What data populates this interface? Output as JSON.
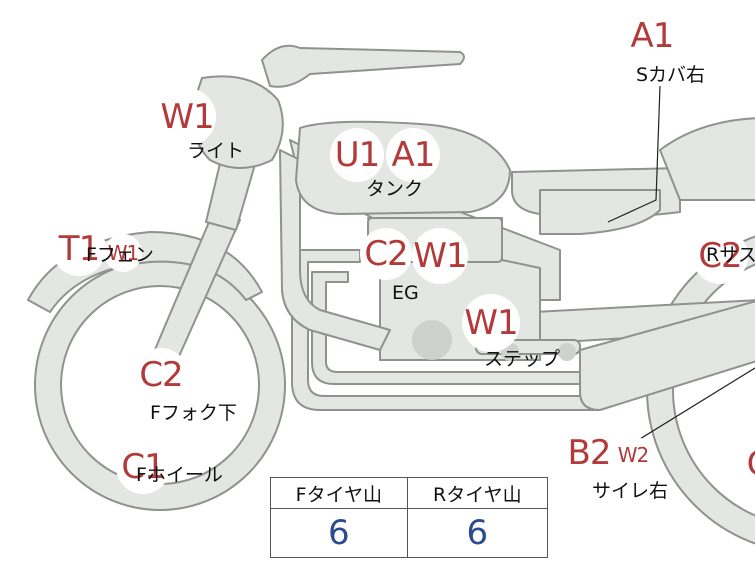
{
  "badges": {
    "a1_top": "A1",
    "w1_light": "W1",
    "u1_tank": "U1",
    "a1_tank": "A1",
    "t1_ffender": "T1",
    "w1_ffender": "W1",
    "c2_eg": "C2",
    "w1_eg": "W1",
    "c2_rsus": "C2",
    "w1_step": "W1",
    "c2_ffork": "C2",
    "c1_fwheel": "C1",
    "b2_muffler": "B2",
    "w2_muffler": "W2",
    "c_right": "C"
  },
  "labels": {
    "side_cover": "Sカバ右",
    "light": "ライト",
    "tank": "タンク",
    "ffender": "Fフェン",
    "eg": "EG",
    "rsus": "Rサス",
    "step": "ステップ",
    "ffork": "Fフォク下",
    "fwheel": "Fホイール",
    "muffler": "サイレ右"
  },
  "tire_table": {
    "front_header": "Fタイヤ山",
    "rear_header": "Rタイヤ山",
    "front_value": "6",
    "rear_value": "6"
  },
  "colors": {
    "body_fill": "#e4e6e3",
    "outline": "#8f928f",
    "grade_text": "#b33a3a",
    "tire_value": "#2a4b8f"
  }
}
